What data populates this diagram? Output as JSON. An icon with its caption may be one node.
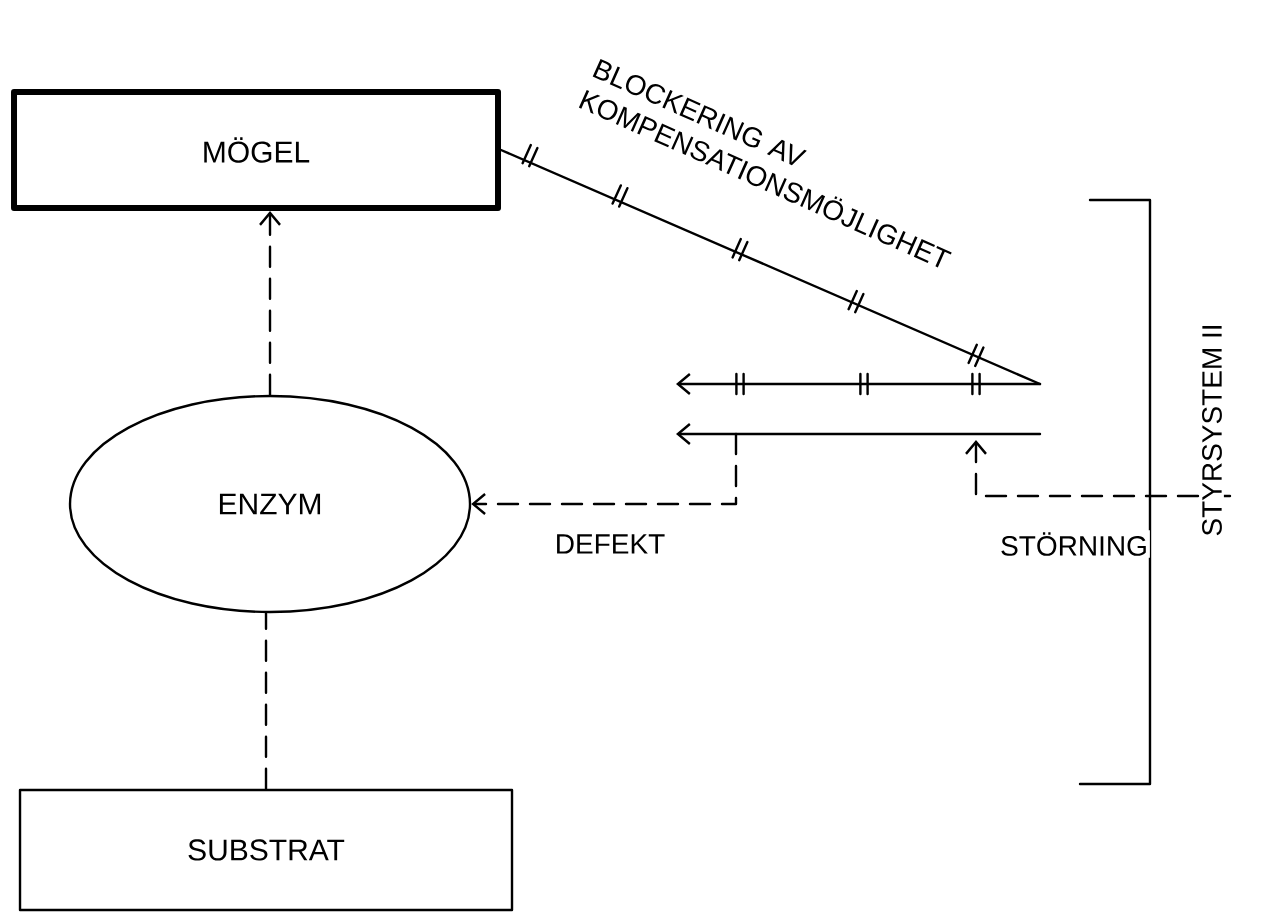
{
  "diagram": {
    "nodes": [
      {
        "text": [
          "MÖGEL"
        ]
      },
      {
        "text": [
          "ENZYM"
        ]
      },
      {
        "text": [
          "SUBSTRAT"
        ]
      }
    ],
    "edges": [
      {
        "from": 2,
        "to": 1,
        "arrow": "none",
        "style": "dashed"
      },
      {
        "from": 1,
        "to": 0,
        "arrow": "to",
        "style": "dashed"
      },
      {
        "from": 0,
        "to": null,
        "arrow": "none",
        "label": "BLOCKERING AV KOMPENSATIONSMÖJLIGHET"
      },
      {
        "from": null,
        "to": 1,
        "arrow": "to",
        "style": "dashed",
        "label": "DEFEKT"
      }
    ],
    "labels": [
      "STÖRNING",
      "STYRSYSTEM II"
    ]
  }
}
